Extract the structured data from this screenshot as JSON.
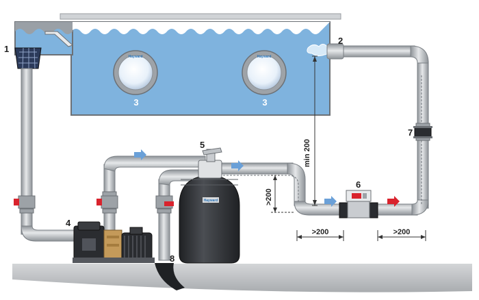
{
  "labels": {
    "skimmer": "1",
    "inlet": "2",
    "lamp_left": "3",
    "lamp_right": "3",
    "pump": "4",
    "filter": "5",
    "heater": "6",
    "check_valve": "7",
    "drain": "8"
  },
  "dimensions": {
    "min_height": "min 200",
    "filter_height": ">200",
    "heater_before": ">200",
    "heater_after": ">200"
  },
  "branding": {
    "lamp_left": "Hayward",
    "lamp_right": "Hayward",
    "filter_badge": "Hayward"
  },
  "colors": {
    "water": "#7fb3de",
    "pipe": "#c4c8cc",
    "valve": "#d9232d",
    "flow_arrow": "#6aa0d8",
    "hot_arrow": "#d9232d",
    "filter": "#3a3c40"
  }
}
